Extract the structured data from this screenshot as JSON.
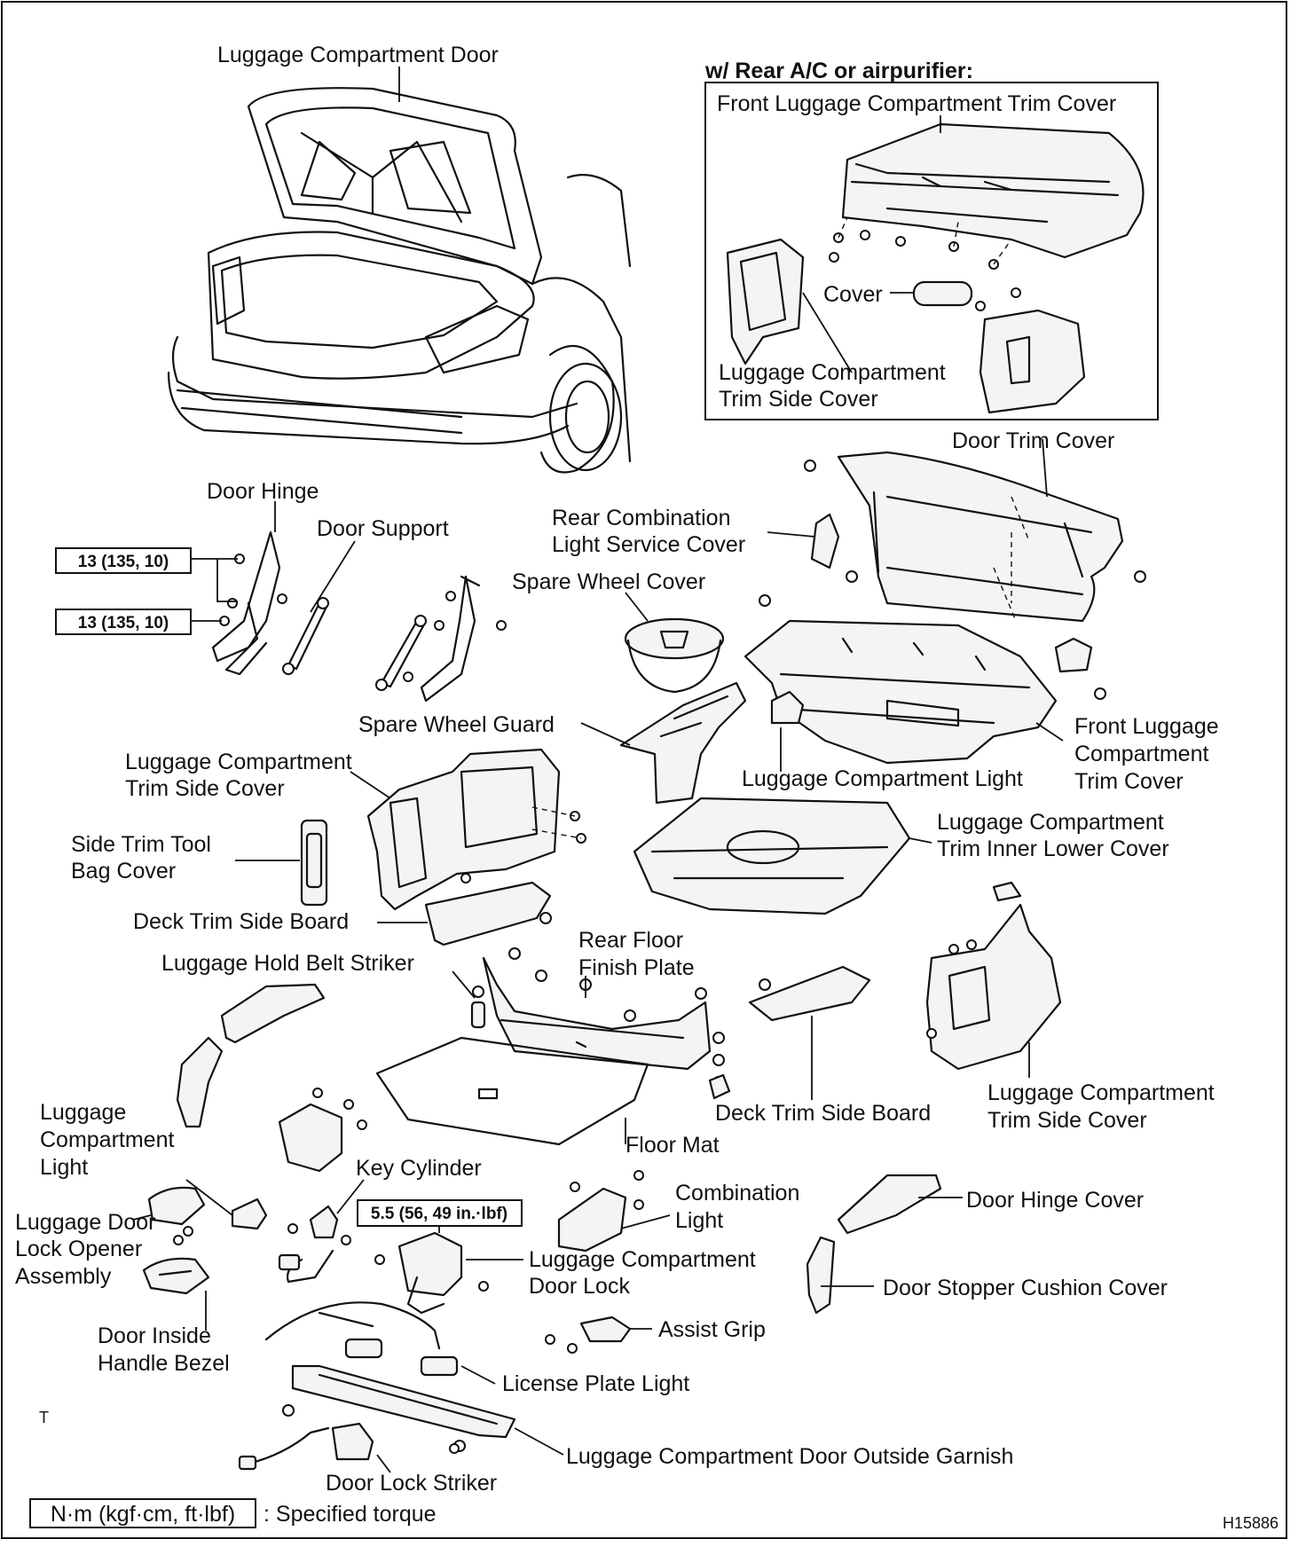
{
  "labels": {
    "luggage_compartment_door": "Luggage Compartment Door",
    "inset_title": "w/ Rear A/C or airpurifier:",
    "inset_front_trim_cover": "Front Luggage Compartment Trim Cover",
    "inset_cover": "Cover",
    "inset_trim_side_cover_1": "Luggage Compartment",
    "inset_trim_side_cover_2": "Trim Side Cover",
    "door_trim_cover": "Door Trim Cover",
    "door_hinge": "Door Hinge",
    "door_support": "Door Support",
    "rear_combination_1": "Rear Combination",
    "rear_combination_2": "Light Service Cover",
    "spare_wheel_cover": "Spare Wheel Cover",
    "spare_wheel_guard": "Spare Wheel Guard",
    "trim_side_cover_left_1": "Luggage Compartment",
    "trim_side_cover_left_2": "Trim Side Cover",
    "luggage_compartment_light_center": "Luggage Compartment Light",
    "front_luggage_1": "Front Luggage",
    "front_luggage_2": "Compartment",
    "front_luggage_3": "Trim Cover",
    "side_trim_tool_1": "Side Trim Tool",
    "side_trim_tool_2": "Bag Cover",
    "inner_lower_cover_1": "Luggage Compartment",
    "inner_lower_cover_2": "Trim Inner Lower Cover",
    "deck_trim_side_board_left": "Deck Trim Side Board",
    "rear_floor_1": "Rear Floor",
    "rear_floor_2": "Finish Plate",
    "luggage_hold_belt_striker": "Luggage Hold Belt Striker",
    "deck_trim_side_board_right": "Deck Trim Side Board",
    "trim_side_cover_right_1": "Luggage Compartment",
    "trim_side_cover_right_2": "Trim Side Cover",
    "light_left_1": "Luggage",
    "light_left_2": "Compartment",
    "light_left_3": "Light",
    "floor_mat": "Floor Mat",
    "key_cylinder": "Key Cylinder",
    "combination_1": "Combination",
    "combination_2": "Light",
    "door_hinge_cover": "Door Hinge Cover",
    "lock_opener_1": "Luggage Door",
    "lock_opener_2": "Lock Opener",
    "lock_opener_3": "Assembly",
    "door_lock_1": "Luggage Compartment",
    "door_lock_2": "Door Lock",
    "door_stopper_cushion_cover": "Door Stopper Cushion Cover",
    "assist_grip": "Assist Grip",
    "inside_bezel_1": "Door Inside",
    "inside_bezel_2": "Handle Bezel",
    "license_plate_light": "License Plate Light",
    "t_mark": "T",
    "outside_garnish": "Luggage Compartment Door Outside Garnish",
    "door_lock_striker": "Door Lock Striker"
  },
  "torque_specs": {
    "hinge_upper": "13 (135, 10)",
    "hinge_lower": "13 (135, 10)",
    "door_lock": "5.5 (56, 49 in.·lbf)"
  },
  "legend": {
    "unit_box": "N·m (kgf·cm, ft·lbf)",
    "unit_text": ": Specified torque"
  },
  "figure_code": "H15886"
}
